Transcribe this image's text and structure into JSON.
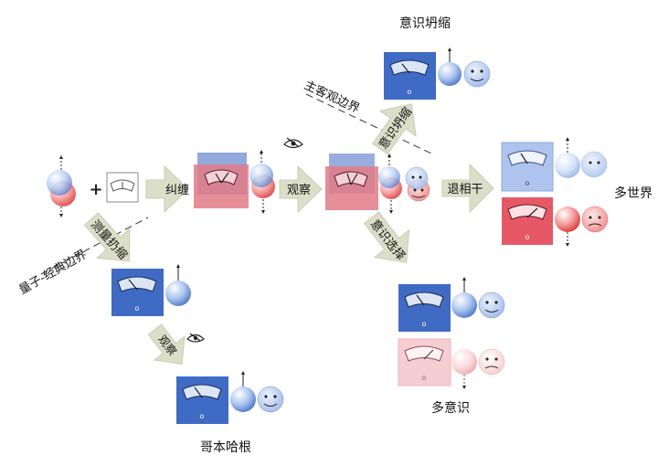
{
  "labels": {
    "entangle": "纠缠",
    "observe_main": "观察",
    "decohere": "退相干",
    "observe_lower": "观察",
    "measure_entangle": "测量扔缩",
    "conscious_collapse_title": "意识坍缩",
    "conscious_collapse_arrow": "意识坍缩",
    "conscious_choice": "意识选择",
    "subj_obj_boundary": "主客观边界",
    "quantum_classical_boundary": "量子-经典边界",
    "many_worlds": "多世界",
    "many_minds": "多意识",
    "copenhagen": "哥本哈根"
  },
  "symbols": {
    "plus": "+",
    "dial_zero": "o"
  },
  "icons": [
    "eye-icon",
    "smiley-face-icon",
    "sad-face-icon",
    "spin-ball-icon",
    "measuring-device-icon"
  ],
  "colors": {
    "device_blue": "#4a6fc0",
    "device_red": "#e0707a",
    "arrow_fill": "#dcdfc8",
    "ball_blue": "#8fb0e6",
    "ball_red": "#ee6a6a"
  }
}
